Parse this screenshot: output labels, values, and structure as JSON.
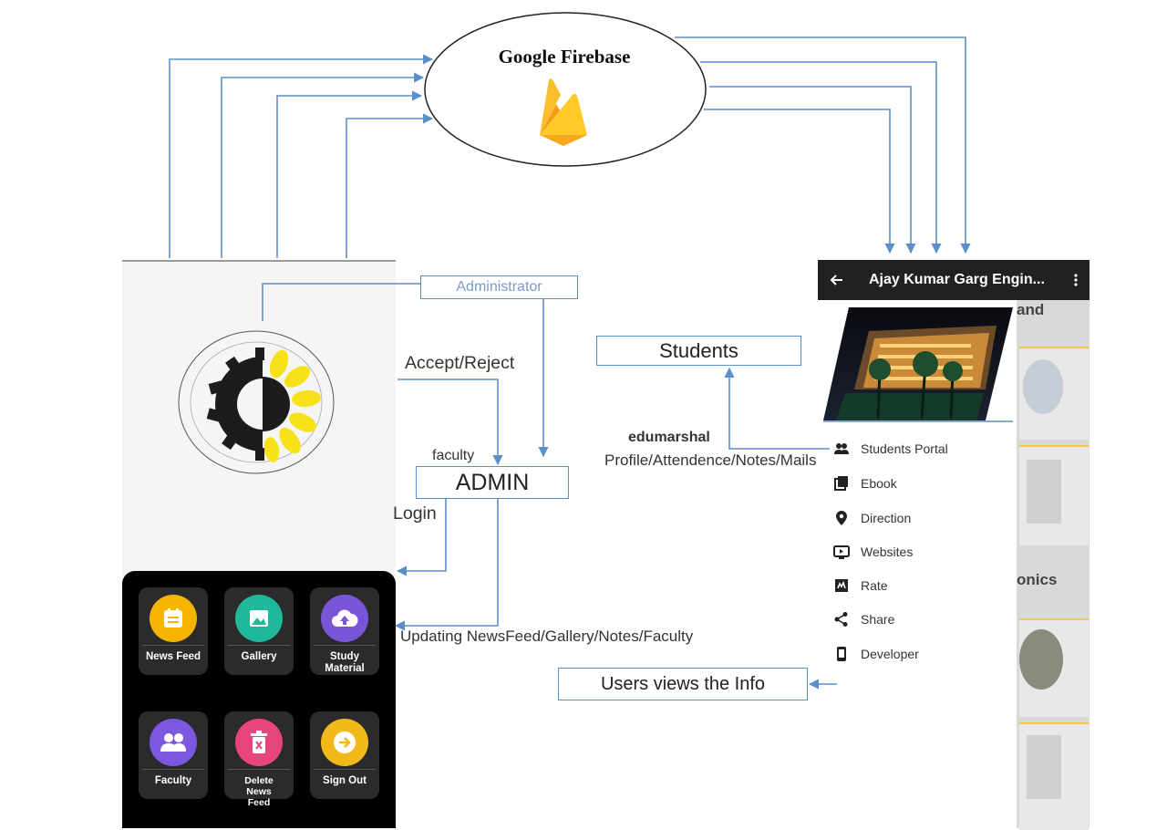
{
  "firebase": {
    "title": "Google Firebase",
    "icon": "firebase-flame-icon"
  },
  "admin_panel": {
    "administrator_label": "Administrator",
    "accept_reject_label": "Accept/Reject",
    "faculty_label": "faculty",
    "admin_box": "ADMIN",
    "login_label": "Login",
    "updating_label": "Updating NewsFeed/Gallery/Notes/Faculty"
  },
  "students_side": {
    "students_box": "Students",
    "edumarshal_label": "edumarshal",
    "profile_label": "Profile/Attendence/Notes/Mails",
    "users_view_box": "Users views the Info"
  },
  "dashboard": {
    "tiles": [
      {
        "label": "News Feed",
        "icon": "news-feed-icon",
        "color": "#f4b400"
      },
      {
        "label": "Gallery",
        "icon": "gallery-icon",
        "color": "#1fb89a"
      },
      {
        "label": "Study Material",
        "icon": "upload-cloud-icon",
        "color": "#7b55d8"
      },
      {
        "label": "Faculty",
        "icon": "people-icon",
        "color": "#7c58e0"
      },
      {
        "label": "Delete News Feed",
        "icon": "delete-icon",
        "color": "#e8457a"
      },
      {
        "label": "Sign Out",
        "icon": "sign-out-icon",
        "color": "#f2b91b"
      }
    ]
  },
  "app_screen": {
    "title": "Ajay Kumar Garg Engin...",
    "drawer_items": [
      {
        "label": "Students Portal",
        "icon": "people-icon"
      },
      {
        "label": "Ebook",
        "icon": "book-icon"
      },
      {
        "label": "Direction",
        "icon": "location-pin-icon"
      },
      {
        "label": "Websites",
        "icon": "web-icon"
      },
      {
        "label": "Rate",
        "icon": "rate-icon"
      },
      {
        "label": "Share",
        "icon": "share-icon"
      },
      {
        "label": "Developer",
        "icon": "phone-icon"
      }
    ],
    "background_fragments": [
      "and",
      "onics"
    ]
  },
  "colors": {
    "arrow": "#5b8fc9",
    "dashboard_bg": "#000000",
    "app_bar": "#212121"
  }
}
